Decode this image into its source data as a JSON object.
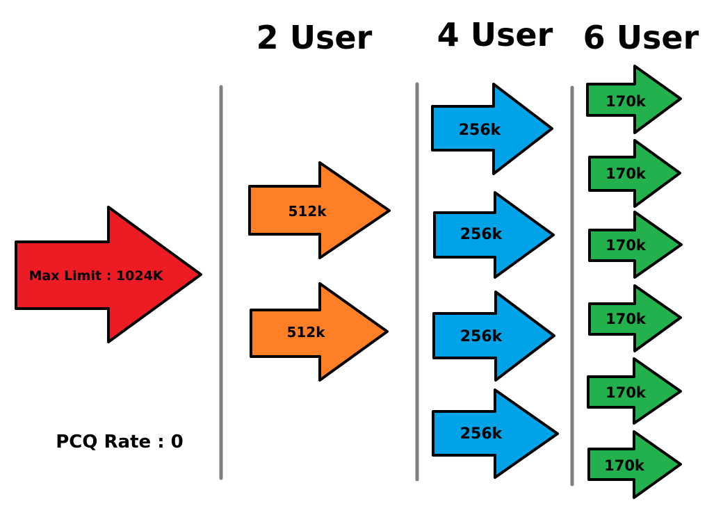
{
  "colors": {
    "max": "#ED1C24",
    "two": "#FF7F27",
    "four": "#00A2E8",
    "six": "#22B14C",
    "divider": "#7F7F7F",
    "outline": "#000000"
  },
  "max_limit": {
    "label": "Max Limit : 1024K"
  },
  "pcq_rate": {
    "label": "PCQ Rate : 0"
  },
  "groups": [
    {
      "title": "2 User",
      "color_key": "two",
      "arrows": [
        {
          "label": "512k"
        },
        {
          "label": "512k"
        }
      ]
    },
    {
      "title": "4 User",
      "color_key": "four",
      "arrows": [
        {
          "label": "256k"
        },
        {
          "label": "256k"
        },
        {
          "label": "256k"
        },
        {
          "label": "256k"
        }
      ]
    },
    {
      "title": "6 User",
      "color_key": "six",
      "arrows": [
        {
          "label": "170k"
        },
        {
          "label": "170k"
        },
        {
          "label": "170k"
        },
        {
          "label": "170k"
        },
        {
          "label": "170k"
        },
        {
          "label": "170k"
        }
      ]
    }
  ]
}
